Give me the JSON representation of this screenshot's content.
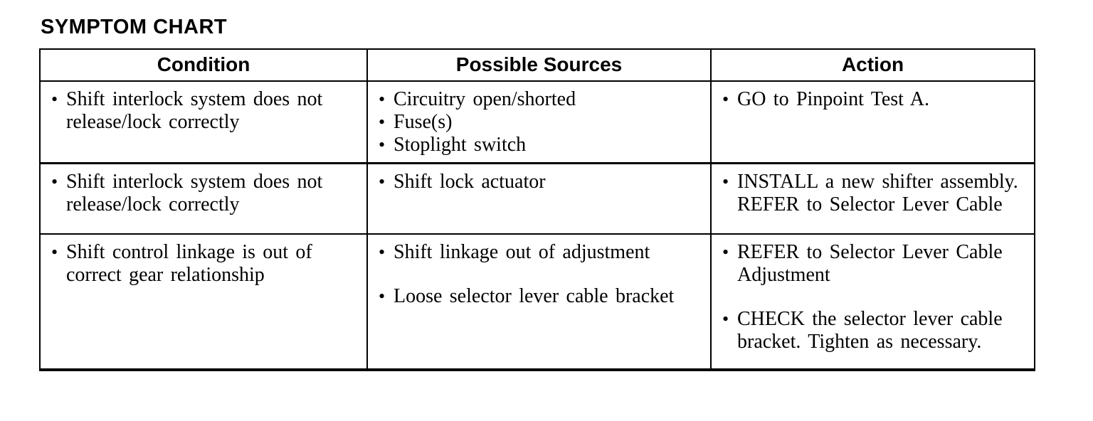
{
  "page": {
    "title": "SYMPTOM CHART"
  },
  "table": {
    "bullet": "•",
    "headers": [
      "Condition",
      "Possible Sources",
      "Action"
    ],
    "rows": [
      {
        "condition": [
          "Shift interlock system does not release/lock correctly"
        ],
        "sources": [
          "Circuitry open/shorted",
          "Fuse(s)",
          "Stoplight switch"
        ],
        "actions": [
          "GO to Pinpoint Test A."
        ]
      },
      {
        "condition": [
          "Shift interlock system does not release/lock correctly"
        ],
        "sources": [
          "Shift lock actuator"
        ],
        "actions": [
          "INSTALL a new shifter assembly. REFER to Selector Lever Cable"
        ]
      },
      {
        "condition": [
          "Shift control linkage is out of correct gear relationship"
        ],
        "sources": [
          "Shift linkage out of adjustment",
          "Loose selector lever cable bracket"
        ],
        "actions": [
          "REFER to Selector Lever Cable Adjustment",
          "CHECK the selector lever cable bracket. Tighten as necessary."
        ]
      }
    ]
  },
  "colors": {
    "text": "#000000",
    "background": "#ffffff",
    "border": "#000000"
  }
}
